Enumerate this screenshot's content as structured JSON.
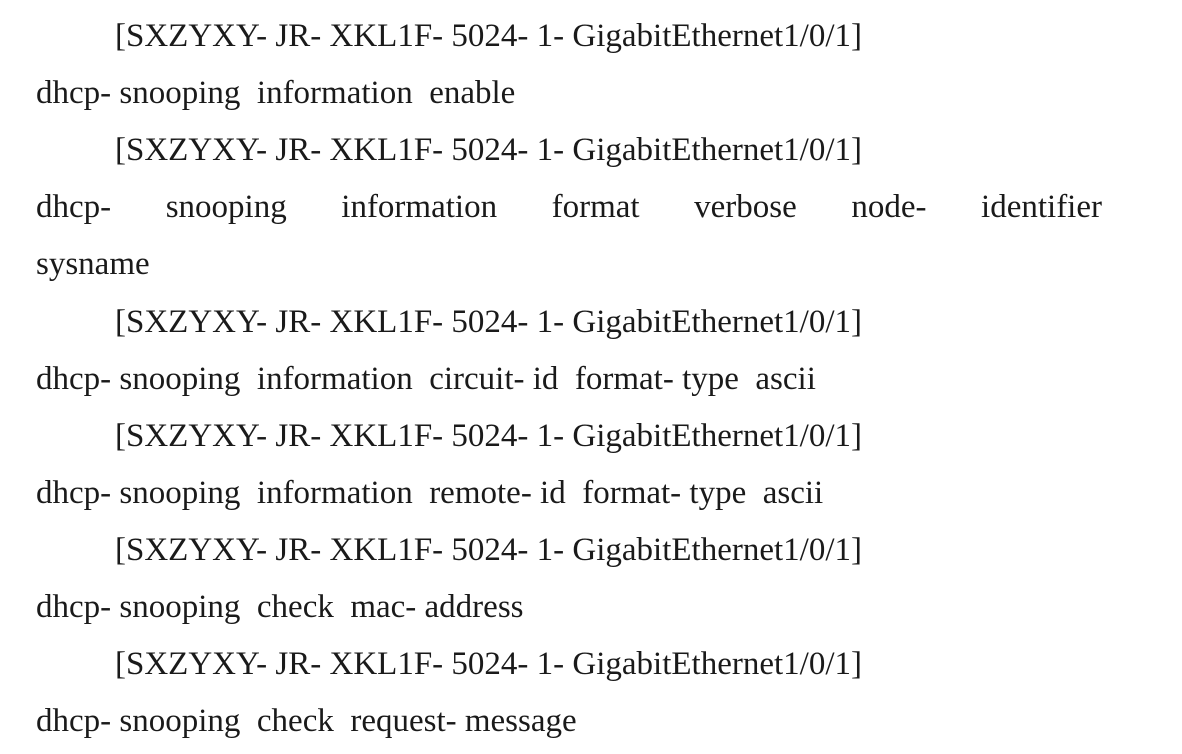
{
  "document": {
    "lines": [
      {
        "kind": "prompt",
        "text": "[SXZYXY- JR- XKL1F- 5024- 1- GigabitEthernet1/0/1]"
      },
      {
        "kind": "cmd",
        "text": "dhcp- snooping  information  enable"
      },
      {
        "kind": "prompt",
        "text": "[SXZYXY- JR- XKL1F- 5024- 1- GigabitEthernet1/0/1]"
      },
      {
        "kind": "justified",
        "text": "dhcp- snooping information format verbose node- identifier"
      },
      {
        "kind": "cmd",
        "text": "sysname"
      },
      {
        "kind": "prompt",
        "text": "[SXZYXY- JR- XKL1F- 5024- 1- GigabitEthernet1/0/1]"
      },
      {
        "kind": "cmd",
        "text": "dhcp- snooping  information  circuit- id  format- type  ascii"
      },
      {
        "kind": "prompt",
        "text": "[SXZYXY- JR- XKL1F- 5024- 1- GigabitEthernet1/0/1]"
      },
      {
        "kind": "cmd",
        "text": "dhcp- snooping  information  remote- id  format- type  ascii"
      },
      {
        "kind": "prompt",
        "text": "[SXZYXY- JR- XKL1F- 5024- 1- GigabitEthernet1/0/1]"
      },
      {
        "kind": "cmd",
        "text": "dhcp- snooping  check  mac- address"
      },
      {
        "kind": "prompt",
        "text": "[SXZYXY- JR- XKL1F- 5024- 1- GigabitEthernet1/0/1]"
      },
      {
        "kind": "cmd",
        "text": "dhcp- snooping  check  request- message"
      }
    ]
  }
}
